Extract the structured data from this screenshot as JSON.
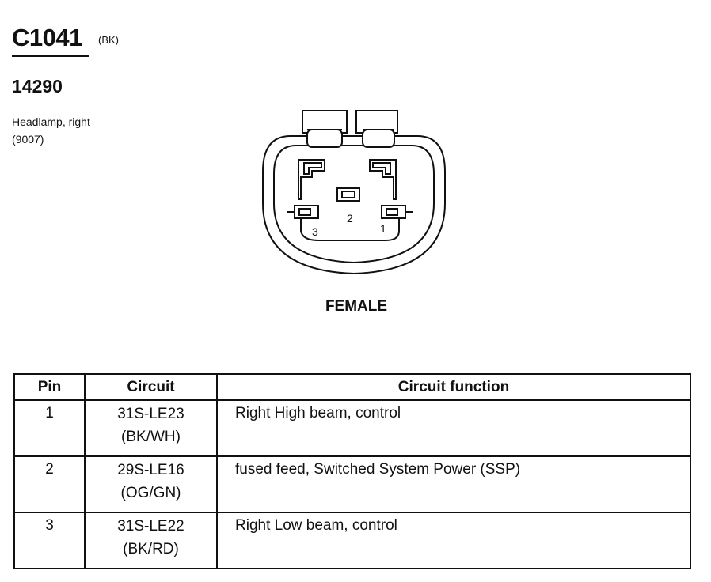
{
  "header": {
    "connector_id": "C1041",
    "connector_color": "(BK)",
    "part_number": "14290",
    "component_name": "Headlamp, right",
    "component_code": "(9007)"
  },
  "diagram": {
    "gender": "FEMALE",
    "pin_labels": [
      "1",
      "2",
      "3"
    ]
  },
  "table": {
    "headers": [
      "Pin",
      "Circuit",
      "Circuit function"
    ],
    "rows": [
      {
        "pin": "1",
        "circuit": "31S-LE23",
        "wire_color": "(BK/WH)",
        "function": "Right High beam, control"
      },
      {
        "pin": "2",
        "circuit": "29S-LE16",
        "wire_color": "(OG/GN)",
        "function": "fused feed, Switched System Power (SSP)"
      },
      {
        "pin": "3",
        "circuit": "31S-LE22",
        "wire_color": "(BK/RD)",
        "function": "Right Low beam, control"
      }
    ]
  }
}
